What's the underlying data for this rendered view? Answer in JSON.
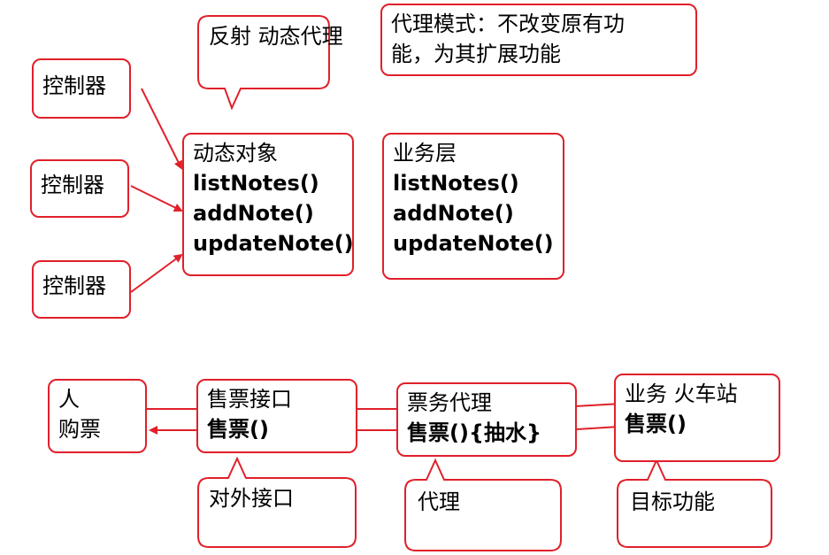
{
  "top": {
    "reflection_callout": [
      "反射",
      "动态代理"
    ],
    "proxy_note": [
      "代理模式：不改变原有功",
      "能，为其扩展功能"
    ],
    "controllers": [
      "控制器",
      "控制器",
      "控制器"
    ],
    "dynamic_object": {
      "title": "动态对象",
      "methods": [
        "listNotes()",
        "addNote()",
        "updateNote()"
      ]
    },
    "business_layer": {
      "title": "业务层",
      "methods": [
        "listNotes()",
        "addNote()",
        "updateNote()"
      ]
    }
  },
  "bottom": {
    "person": [
      "人",
      "购票"
    ],
    "ticket_interface": [
      "售票接口",
      "售票()"
    ],
    "ticket_agent": [
      "票务代理",
      "售票(){抽水}"
    ],
    "station": [
      "业务 火车站",
      "售票()"
    ],
    "external_interface_callout": "对外接口",
    "proxy_callout": "代理",
    "target_callout": "目标功能"
  },
  "colors": {
    "outline": "#e0202a",
    "arrow": "#e0202a",
    "connector": "#e0202a"
  }
}
